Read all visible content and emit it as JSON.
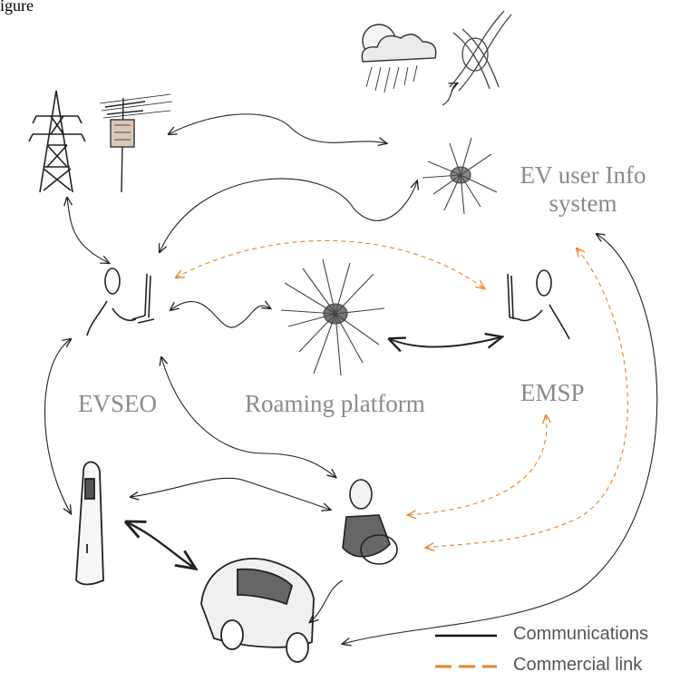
{
  "title_fragment": "igure",
  "nodes": {
    "ev_user_info": [
      "EV user Info",
      "system"
    ],
    "evseo": "EVSEO",
    "roaming": "Roaming platform",
    "emsp": "EMSP"
  },
  "legend": {
    "communications": "Communications",
    "commercial": "Commercial link"
  },
  "colors": {
    "communications": "#222222",
    "commercial": "#e8822a",
    "label": "#8a8a8a",
    "sketch": "#333333"
  }
}
